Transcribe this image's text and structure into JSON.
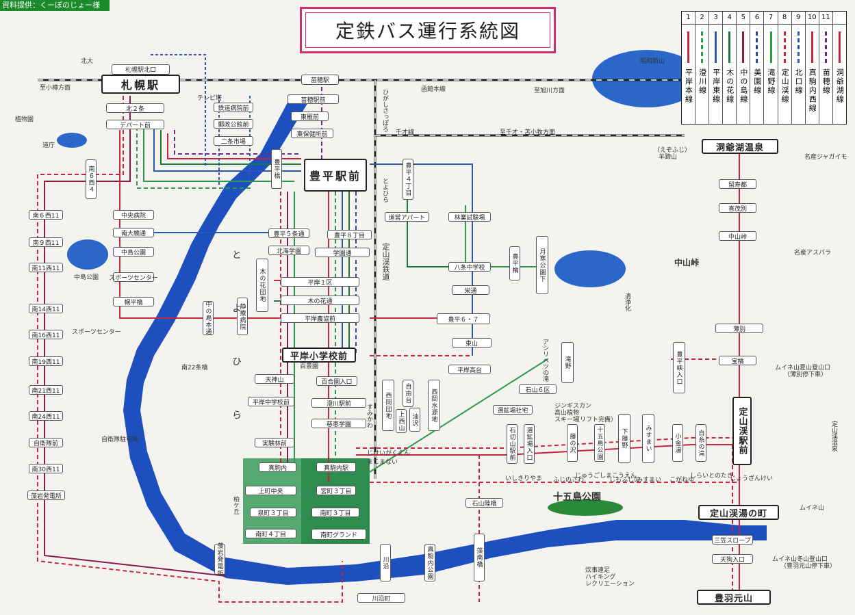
{
  "credit": "資料提供：くーぽのじょー様",
  "title": "定鉄バス運行系統図",
  "legend": [
    {
      "num": "1",
      "name": "平岸本線",
      "color": "#c8243c",
      "dash": false
    },
    {
      "num": "2",
      "name": "澄川線",
      "color": "#2a9a4a",
      "dash": true
    },
    {
      "num": "3",
      "name": "平岸東線",
      "color": "#2858b0",
      "dash": false
    },
    {
      "num": "4",
      "name": "木の花線",
      "color": "#1a7a3a",
      "dash": false
    },
    {
      "num": "5",
      "name": "中の島線",
      "color": "#8a1a4a",
      "dash": false
    },
    {
      "num": "6",
      "name": "美園線",
      "color": "#2a4aa0",
      "dash": true
    },
    {
      "num": "7",
      "name": "滝野線",
      "color": "#2a9a4a",
      "dash": false
    },
    {
      "num": "8",
      "name": "定山渓線",
      "color": "#c8243c",
      "dash": true
    },
    {
      "num": "9",
      "name": "北口線",
      "color": "#2858b0",
      "dash": true
    },
    {
      "num": "10",
      "name": "真駒内西線",
      "color": "#c8243c",
      "dash": false
    },
    {
      "num": "11",
      "name": "苗穂線",
      "color": "#6a2a8a",
      "dash": true
    },
    {
      "num": "",
      "name": "洞爺湖線",
      "color": "#c8243c",
      "dash": false
    }
  ],
  "major_stations": {
    "sapporo": "札幌駅",
    "sapporo_north": "札幌駅北口",
    "toyohira": "豊平駅前",
    "hiragishi_school": "平岸小学校前",
    "jozankei_station": "定山渓駅前",
    "jozankei_onsen": "定山渓湯の町",
    "toyako": "洞爺湖温泉",
    "hoheikyo": "豊羽元山",
    "naebo": "苗穂駅",
    "naebo_mae": "苗穂駅前"
  },
  "stops": {
    "kita2": "北２条",
    "dept": "デパート前",
    "higashi_sakae": "東雁前",
    "east_clinic": "東保健所前",
    "tetsudo_hosp": "鉄道病院前",
    "post": "郵政公館前",
    "ichiba": "二条市場",
    "toyohira5": "豊平５条通",
    "hokkai": "北海学園",
    "toyohira8": "豊平８丁目",
    "gakuen": "学園通",
    "hiragishi1": "平岸１区",
    "kinohana": "木の花通",
    "noukyou": "平岸農協前",
    "tenjin": "天神山",
    "hiragishi_jh": "平岸中学校前",
    "hyakugo": "百合園入口",
    "sumikawa": "澄川駅前",
    "keitoku": "慈恵学園",
    "makomanai": "真駒内",
    "kamimachi": "上町中央",
    "minami_cen": "真駒内駅",
    "miyamachi": "宮町３丁目",
    "izumimachi": "泉町３丁目",
    "minamimachi3": "南町３丁目",
    "minamimachi4": "南町４丁目",
    "grand": "南町グランド",
    "chuo_uni": "中央病院",
    "minami_bashi": "南大橋通",
    "nakajima": "中島公園",
    "sports": "スポーツセンター",
    "horohira": "幌平橋",
    "toyohira6": "豊平６・７",
    "higashiyama": "東山",
    "hiragishi_koudai": "平岸高台",
    "hachijo": "八条中学校",
    "ringyo": "林業試験場",
    "sakae": "栄通",
    "toyohira4": "豊平４丁目",
    "toryo": "道営アパート",
    "tsukisamu": "月寒公園下",
    "toyoharabashi": "豊平橋",
    "ishiyama6": "石山６区",
    "takino": "滝野",
    "sanpo": "選鉱場社宅",
    "kinoshita": "石切山駅前",
    "jyokijo": "選鉱場入口",
    "fujino": "藤の沢",
    "jugoshima": "十五島公園",
    "shimofujino": "下藤野",
    "misumai": "みすまい",
    "kogane": "小金湯",
    "shiraito": "白糸の滝",
    "ishiyama_rikkyo": "石山陸橋",
    "sumikawa_cho": "川沿町",
    "kawazoe": "川沿",
    "makomanai_park": "真駒内公園",
    "sumikawa_bridge": "藻南橋",
    "toyohira_kyo": "豊平峡入口",
    "usubetsu": "薄別",
    "hourai": "宝橋",
    "nakayama": "中山峠",
    "kizan": "喜茂別",
    "rusutsu": "留寿都",
    "sansen": "三笠スロープ",
    "tenguguchi": "天狗入口",
    "south6": "南６西11",
    "south9": "南９西11",
    "south11": "南11西11",
    "south14": "南14西11",
    "south16": "南16西11",
    "south19": "南19西11",
    "south21": "南21西11",
    "south24": "南24西11",
    "jieitai": "自衛隊前",
    "south30": "南30西11",
    "power": "藻岩発電所",
    "minami6nishi4": "南６西４"
  },
  "place_labels": {
    "otaru": "至小樽方面",
    "hakodate": "函館本線",
    "asahikawa": "至旭川方面",
    "chitose": "千才線",
    "chitose_dir": "至千才・苫小牧方面",
    "jozankei_rail": "定山渓鉄道",
    "toyohira_river": "と よ ひ ら",
    "jugoshima_park": "十五島公園",
    "nakayama_pass": "中山峠",
    "higashi_sapporo": "ひがしさっぽろ",
    "toyohira_st": "とよひら",
    "hakubunkan": "北大",
    "tv": "テレビ塔",
    "dochou": "道庁",
    "shokubutsu": "植物園",
    "sports_center": "スポーツセンター",
    "nakajima_park": "中島公園",
    "jieitai_camp": "自衛隊駐屯地",
    "kinohana_danchi": "木の花団地",
    "shinyou": "南22条橋",
    "showa": "昭和新山",
    "yotei": "羊蹄山",
    "yotei_sub": "（えぞふじ）",
    "jyagaimo": "名産ジャガイモ",
    "asupara": "名産アスパラ",
    "muine": "ムイネ山",
    "muine_entry": "ムイネ山夏山登山口",
    "muine_sub": "（薄別停下車）",
    "muine_winter": "ムイネ山冬山登山口",
    "muine_winter_sub": "（豊羽元山停下車）",
    "jozankei_onsen_lbl": "定山渓温泉",
    "sanki": "ジンギスカン",
    "kouzan": "高山植物",
    "ski": "スキー場",
    "lift": "（リフト完備）",
    "suijin": "炊事遠足",
    "hiking": "ハイキング",
    "recreation": "レクリエーション",
    "takino_fall": "アシリベツの滝",
    "shiraitonotaki_kana": "しらいとのたき",
    "ishikiri": "いしきりやま",
    "jugoshima_kana": "じゅうごしまこうえん",
    "fujino_kana": "ふじのさわ",
    "shimofuji_kana": "しもふじの",
    "misumai_kana": "みすまい",
    "kogane_kana": "こがねゆ",
    "jozankei_kana": "じょうざんけい",
    "jigyaku": "じけいがくえん",
    "makomanai_kana": "まこまない",
    "sumikawa_kana": "すみかわ",
    "nishioka": "西岡団地",
    "ochiai": "自由台",
    "kamishima": "上西山",
    "nakasawa": "油沢",
    "nishioka_suigen": "西岡水源地",
    "kumanomi": "柏ケ丘",
    "minami_hospital": "静療病院",
    "nakajima_hondori": "中の島本通",
    "hakugiku": "百景園",
    "shinrin": "実験林前",
    "yoshie": "清浄化",
    "yamahana": "北大"
  }
}
